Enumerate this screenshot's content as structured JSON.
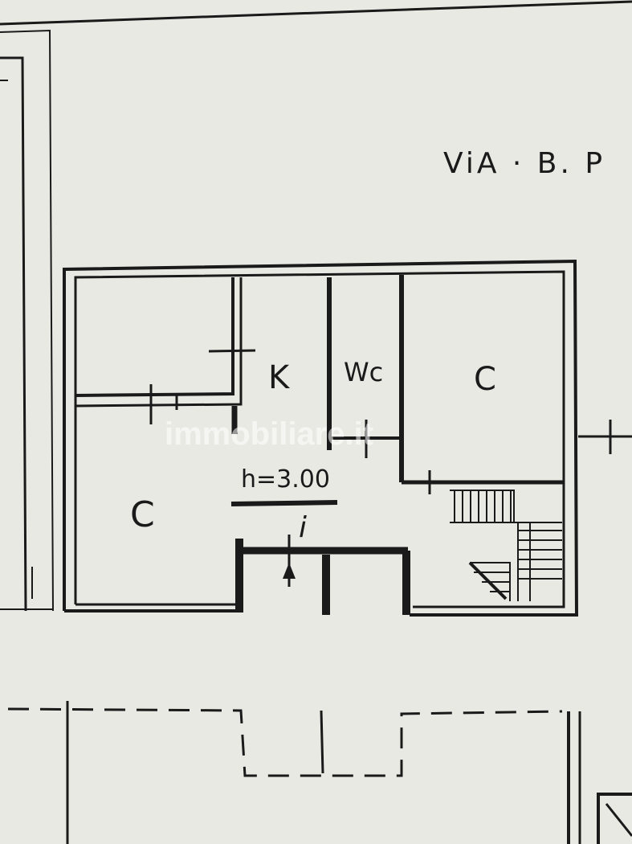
{
  "street_label": "ViA · B. P",
  "rooms": {
    "kitchen": "K",
    "bathroom": "Wc",
    "bedroom_right": "C",
    "bedroom_left": "C"
  },
  "ceiling_height": "h=3.00",
  "entrance_marker": "i",
  "watermark": "immobiliare.it",
  "colors": {
    "paper": "#e9e9e4",
    "ink": "#1a1a1a"
  }
}
